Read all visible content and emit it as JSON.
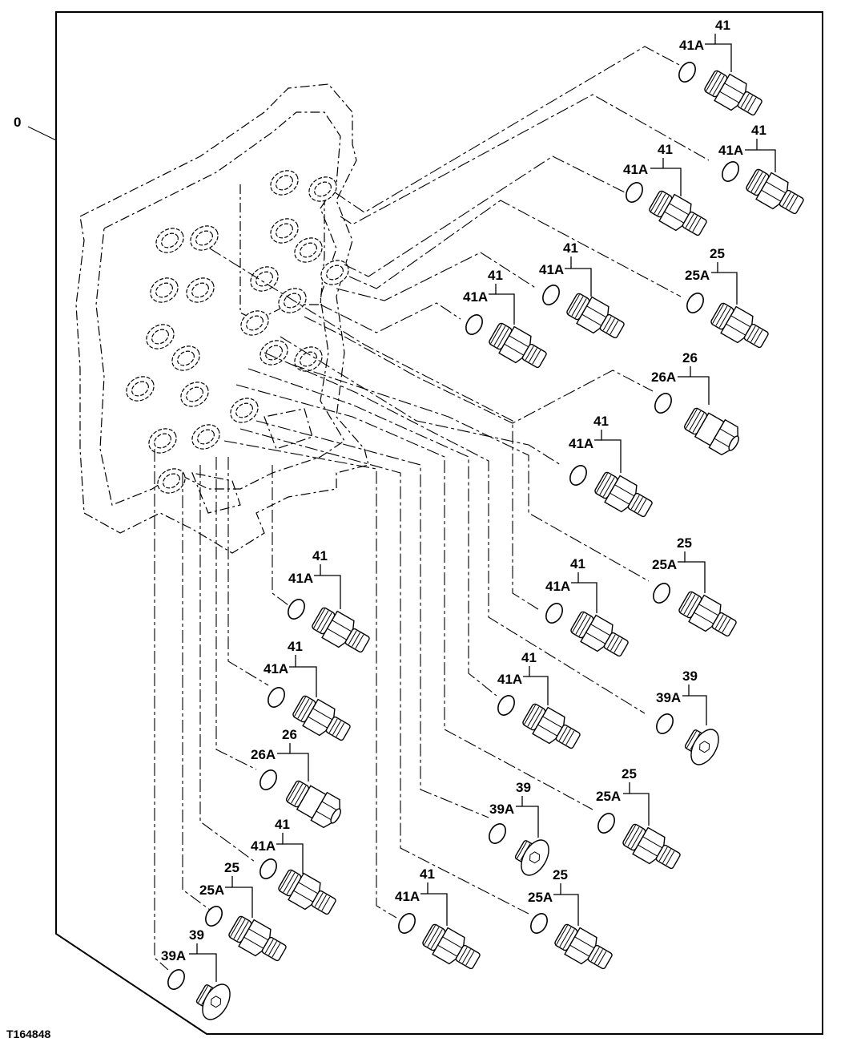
{
  "figure_id": "T164848",
  "assembly_label": "0",
  "callouts": [
    {
      "part": "41",
      "seal": "41A"
    },
    {
      "part": "41",
      "seal": "41A"
    },
    {
      "part": "41",
      "seal": "41A"
    },
    {
      "part": "41",
      "seal": "41A"
    },
    {
      "part": "41",
      "seal": "41A"
    },
    {
      "part": "25",
      "seal": "25A"
    },
    {
      "part": "26",
      "seal": "26A"
    },
    {
      "part": "41",
      "seal": "41A"
    },
    {
      "part": "25",
      "seal": "25A"
    },
    {
      "part": "41",
      "seal": "41A"
    },
    {
      "part": "41",
      "seal": "41A"
    },
    {
      "part": "41",
      "seal": "41A"
    },
    {
      "part": "39",
      "seal": "39A"
    },
    {
      "part": "41",
      "seal": "41A"
    },
    {
      "part": "26",
      "seal": "26A"
    },
    {
      "part": "25",
      "seal": "25A"
    },
    {
      "part": "39",
      "seal": "39A"
    },
    {
      "part": "41",
      "seal": "41A"
    },
    {
      "part": "41",
      "seal": "41A"
    },
    {
      "part": "25",
      "seal": "25A"
    },
    {
      "part": "25",
      "seal": "25A"
    },
    {
      "part": "39",
      "seal": "39A"
    }
  ],
  "part_types": {
    "41": "straight-fitting",
    "25": "straight-fitting",
    "26": "female-adapter",
    "39": "plug"
  }
}
